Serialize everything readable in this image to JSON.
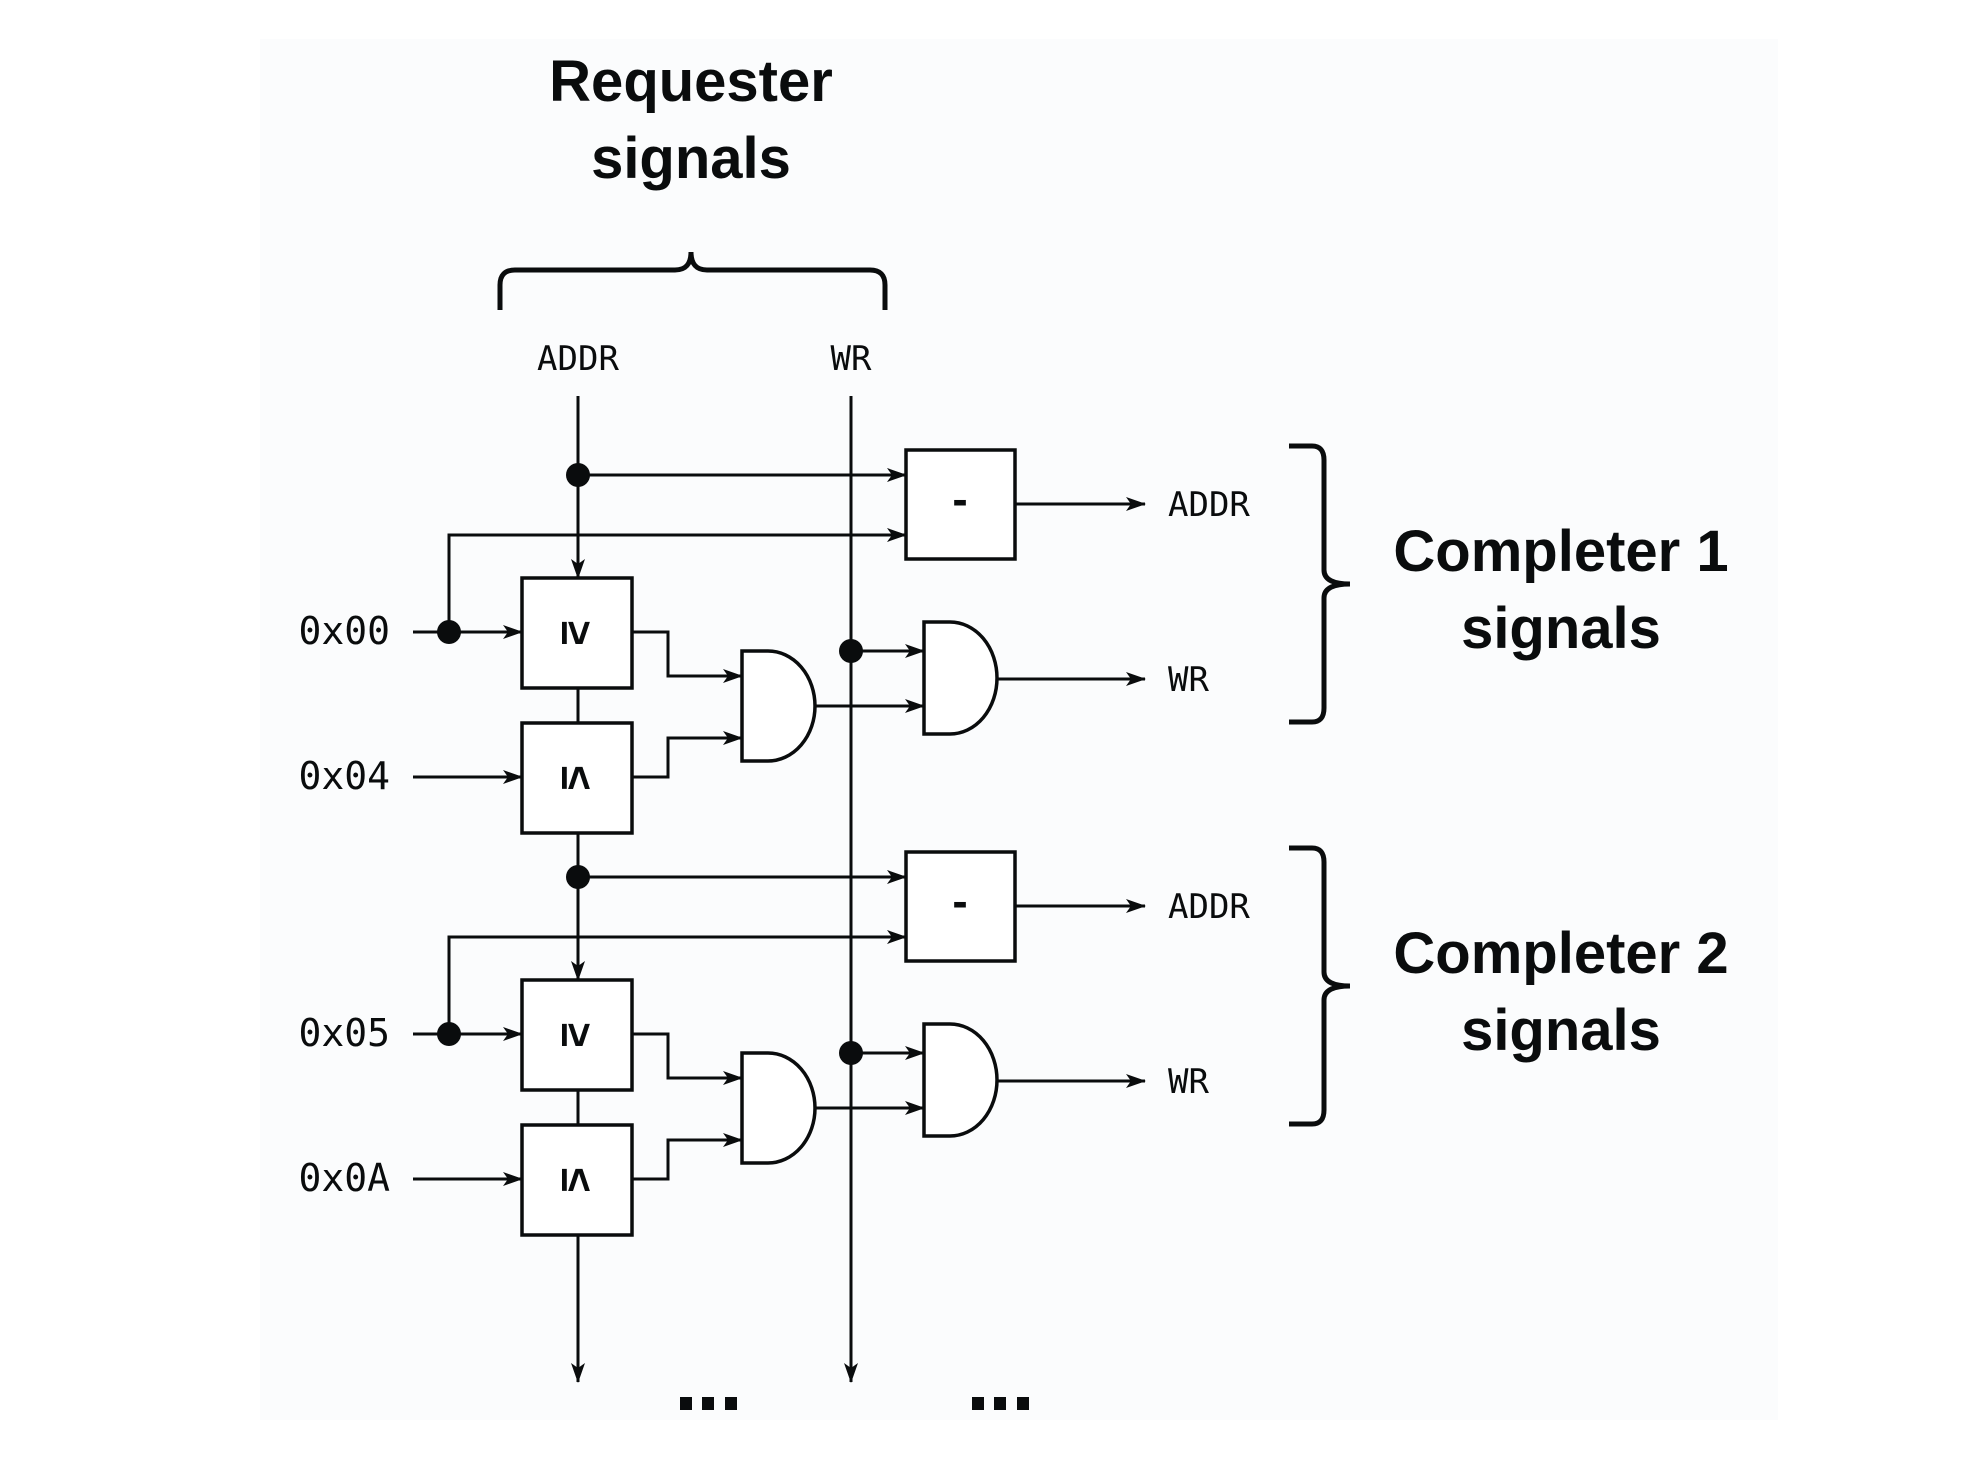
{
  "requester": {
    "title_line1": "Requester",
    "title_line2": "signals",
    "signals": [
      "ADDR",
      "WR"
    ]
  },
  "completers": [
    {
      "title_line1": "Completer 1",
      "title_line2": "signals",
      "low_bound": "0x00",
      "high_bound": "0x04",
      "ge_op": "≥",
      "le_op": "≤",
      "sub_op": "-",
      "outputs": [
        "ADDR",
        "WR"
      ]
    },
    {
      "title_line1": "Completer 2",
      "title_line2": "signals",
      "low_bound": "0x05",
      "high_bound": "0x0A",
      "ge_op": "≥",
      "le_op": "≤",
      "sub_op": "-",
      "outputs": [
        "ADDR",
        "WR"
      ]
    }
  ],
  "continuation": {
    "left": "...",
    "right": "..."
  },
  "colors": {
    "ink": "#0a0c0d",
    "panel": "#fbfcfd"
  }
}
